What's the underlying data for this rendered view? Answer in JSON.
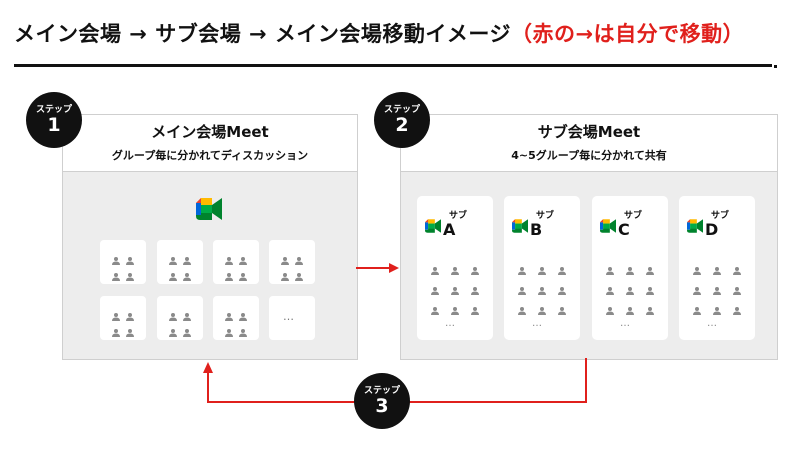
{
  "header": {
    "title": "メイン会場 → サブ会場 → メイン会場移動イメージ",
    "title_note": "（赤の→は自分で移動）"
  },
  "steps": [
    {
      "label": "ステップ",
      "number": "1"
    },
    {
      "label": "ステップ",
      "number": "2"
    },
    {
      "label": "ステップ",
      "number": "3"
    }
  ],
  "main_panel": {
    "title": "メイン会場Meet",
    "subtitle": "グループ毎に分かれてディスカッション",
    "more": "…"
  },
  "sub_panel": {
    "title": "サブ会場Meet",
    "subtitle": "4~5グループ毎に分かれて共有",
    "rooms": [
      {
        "label": "サブ",
        "letter": "A",
        "more": "…"
      },
      {
        "label": "サブ",
        "letter": "B",
        "more": "…"
      },
      {
        "label": "サブ",
        "letter": "C",
        "more": "…"
      },
      {
        "label": "サブ",
        "letter": "D",
        "more": "…"
      }
    ]
  },
  "colors": {
    "accent_red": "#e0201c",
    "meet_green": "#00832d",
    "meet_blue": "#0066da",
    "meet_yellow": "#ffba00",
    "meet_red": "#e94235",
    "person_gray": "#8a8a8a"
  }
}
